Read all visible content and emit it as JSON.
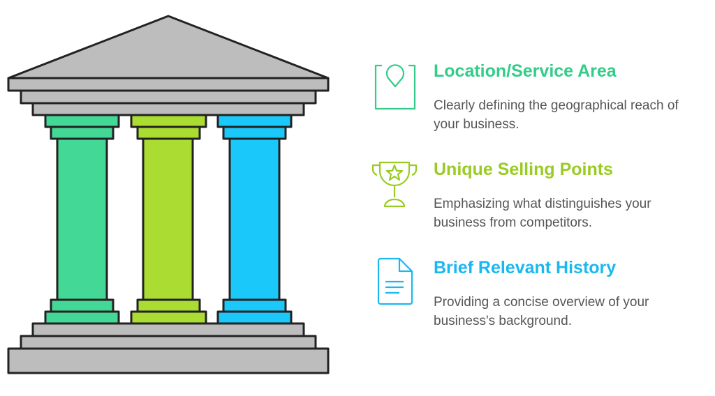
{
  "colors": {
    "green": "#44D896",
    "lime": "#AADC32",
    "blue": "#1AC8FA",
    "grey": "#BDBDBD",
    "text": "#555555"
  },
  "items": [
    {
      "title": "Location/Service Area",
      "description": "Clearly defining the geographical reach of your business.",
      "icon": "map-pin-icon",
      "color": "#33CC88"
    },
    {
      "title": "Unique Selling Points",
      "description": "Emphasizing what distinguishes your business from competitors.",
      "icon": "trophy-icon",
      "color": "#99CC22"
    },
    {
      "title": "Brief Relevant History",
      "description": "Providing a concise overview of your business's background.",
      "icon": "document-icon",
      "color": "#1AB8F0"
    }
  ]
}
